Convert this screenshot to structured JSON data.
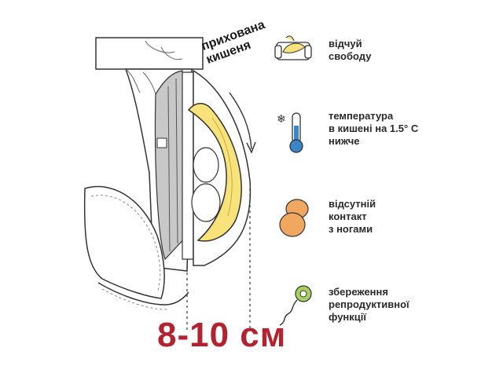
{
  "hidden_pocket_label": [
    "прихована",
    "кишеня"
  ],
  "features": [
    {
      "icon": "sofa-banana-icon",
      "lines": [
        "відчуй",
        "свободу"
      ]
    },
    {
      "icon": "thermometer-snowflake-icon",
      "lines": [
        "температура",
        "в кишені на 1.5° C",
        "нижче"
      ]
    },
    {
      "icon": "eggs-icon",
      "lines": [
        "відсутній",
        "контакт",
        "з ногами"
      ]
    },
    {
      "icon": "sperm-icon",
      "lines": [
        "збереження",
        "репродуктивної",
        "функції"
      ]
    }
  ],
  "size_label": "8-10 см",
  "colors": {
    "banana": "#f7e37a",
    "size_text": "#b3232f",
    "thermometer": "#3a86c8",
    "eggs": "#f0a860",
    "sperm": "#a8d060"
  }
}
